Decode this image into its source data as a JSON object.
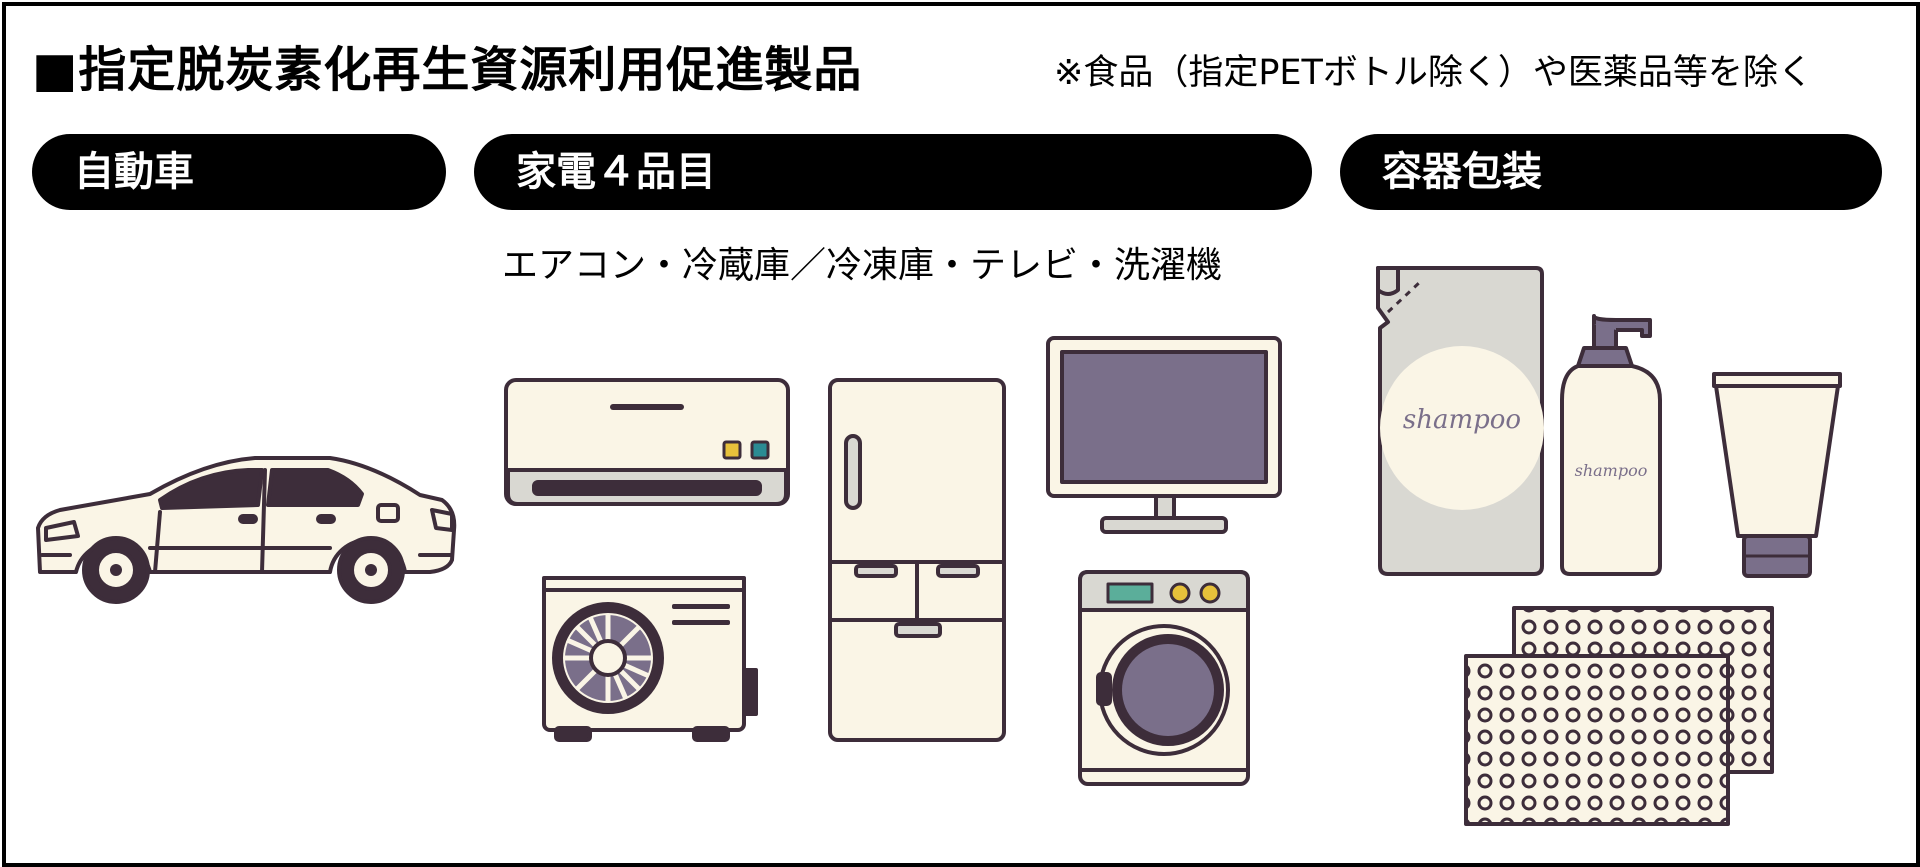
{
  "heading": {
    "title": "■指定脱炭素化再生資源利用促進製品",
    "note": "※食品（指定PETボトル除く）や医薬品等を除く"
  },
  "categories": [
    {
      "label": "自動車"
    },
    {
      "label": "家電４品目",
      "items_text": "エアコン・冷蔵庫／冷凍庫・テレビ・洗濯機"
    },
    {
      "label": "容器包装"
    }
  ],
  "packaging": {
    "pouch_label": "shampoo",
    "bottle_label": "shampoo"
  },
  "colors": {
    "outline": "#3d2d3a",
    "cream": "#faf5e6",
    "gray": "#d9d8d2",
    "screen": "#7a6f8a",
    "accent_yellow": "#e7c13b",
    "accent_teal": "#2b8b93",
    "display_green": "#5bae9a"
  }
}
